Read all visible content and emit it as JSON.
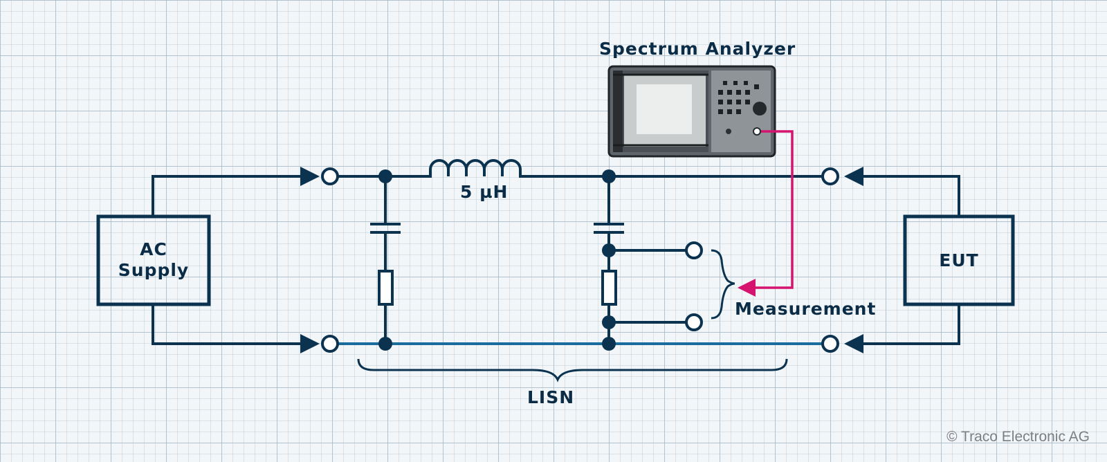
{
  "diagram": {
    "supply_label_line1": "AC",
    "supply_label_line2": "Supply",
    "eut_label": "EUT",
    "inductor_label": "5 µH",
    "analyzer_label": "Spectrum Analyzer",
    "measurement_label": "Measurement",
    "lisn_label": "LISN",
    "copyright": "© Traco Electronic AG",
    "colors": {
      "wire": "#0b3350",
      "measurement_link": "#d6146f",
      "background": "#f3f6f8"
    }
  }
}
